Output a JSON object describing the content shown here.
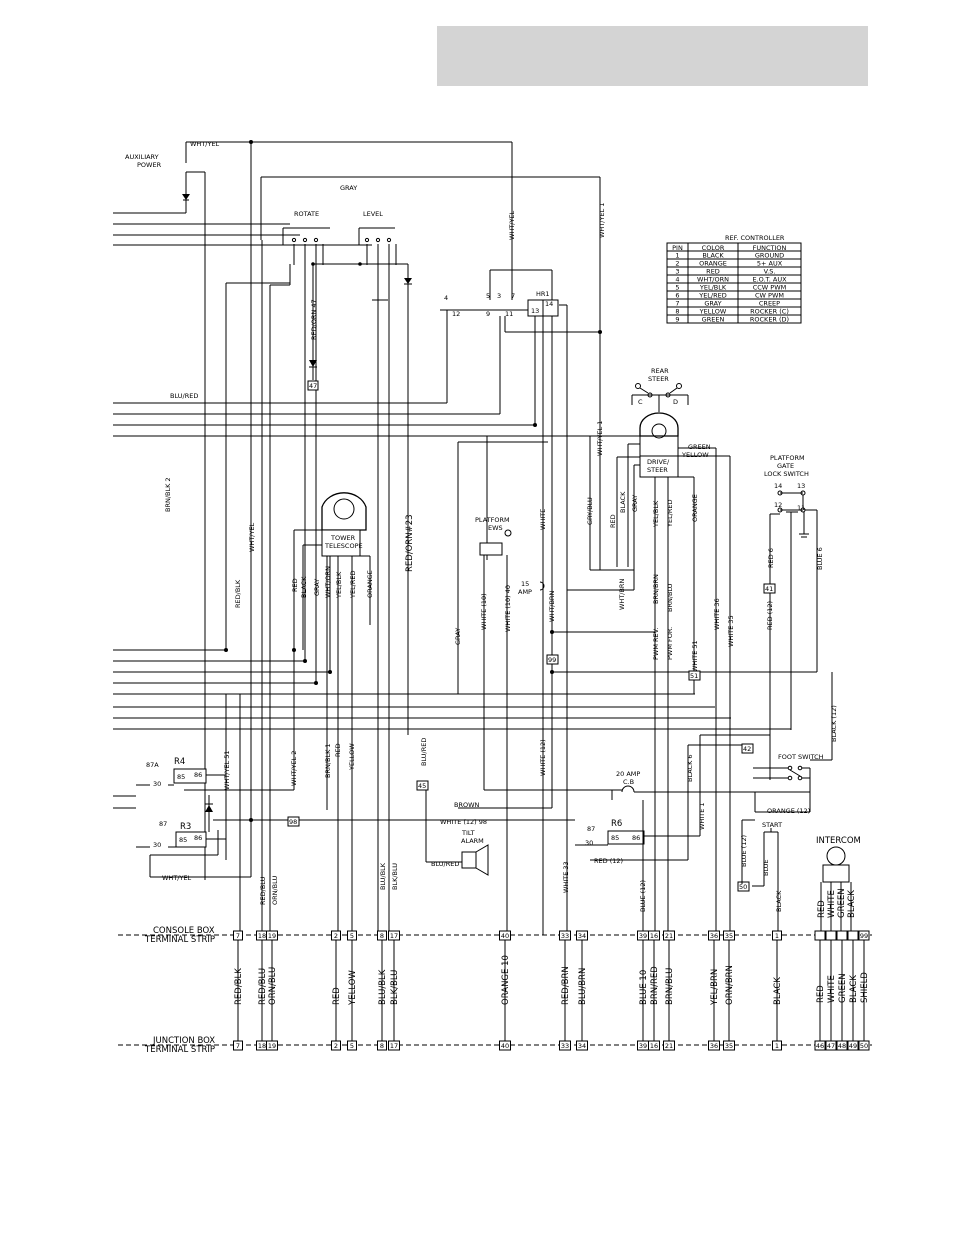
{
  "header": {
    "text": ""
  },
  "components": {
    "aux_power": "AUXILIARY\nPOWER",
    "rotate": "ROTATE",
    "level": "LEVEL",
    "hr1": "HR1",
    "rear_steer": "REAR\nSTEER",
    "drive_steer": "DRIVE/\nSTEER",
    "platform_gate": "PLATFORM\nGATE\nLOCK SWITCH",
    "tower": "TOWER\nTELESCOPE",
    "platform_ews": "PLATFORM\nEWS",
    "amp15": "15\nAMP",
    "amp20": "20 AMP\nC.B",
    "r4": "R4",
    "r3": "R3",
    "r6": "R6",
    "tilt_alarm": "TILT\nALARM",
    "foot_switch": "FOOT SWITCH",
    "start": "START",
    "intercom": "INTERCOM",
    "console_box": "CONSOLE BOX\nTERMINAL STRIP",
    "junction_box": "JUNCTION BOX\nTERMINAL STRIP"
  },
  "ref_table": {
    "title": "REF.  CONTROLLER",
    "headers": [
      "PIN",
      "COLOR",
      "FUNCTION"
    ],
    "rows": [
      [
        "1",
        "BLACK",
        "GROUND"
      ],
      [
        "2",
        "ORANGE",
        "5+ AUX"
      ],
      [
        "3",
        "RED",
        "V.S."
      ],
      [
        "4",
        "WHT/ORN",
        "E.O.T. AUX"
      ],
      [
        "5",
        "YEL/BLK",
        "CCW PWM"
      ],
      [
        "6",
        "YEL/RED",
        "CW PWM"
      ],
      [
        "7",
        "GRAY",
        "CREEP"
      ],
      [
        "8",
        "YELLOW",
        "ROCKER (C)"
      ],
      [
        "9",
        "GREEN",
        "ROCKER (D)"
      ]
    ]
  },
  "wire_labels": {
    "wht_yel_top": "WHT/YEL",
    "gray_top": "GRAY",
    "wht_yel_v": "WHT/YEL",
    "wht_yel_1": "WHT/YEL 1",
    "red_orn_47": "RED/ORN 47",
    "blu_red": "BLU/RED",
    "brn_blk_2": "BRN/BLK 2",
    "wht_yel_mid": "WHT/YEL",
    "red_blk": "RED/BLK",
    "red_orn_23": "RED/ORN#23",
    "gray_mid": "GRAY",
    "white": "WHITE",
    "white_10": "WHITE (10)",
    "white_10_40": "WHITE (10) 40",
    "wht_brn": "WHT/BRN",
    "gry_blu": "GRY/BLU",
    "wht_yel_1b": "WHT/YEL 1",
    "green": "GREEN",
    "yellow": "YELLOW",
    "white_36": "WHITE 36",
    "white_35": "WHITE 35",
    "blk6": "BLACK 6",
    "white_1": "WHITE 1",
    "orange_12": "ORANGE (12)",
    "blue_12": "BLUE (12)",
    "black_12": "BLACK (12)",
    "red_12": "RED (12)",
    "red_6": "RED 6",
    "blue_6": "BLUE 6",
    "brown": "BROWN",
    "white_12_98": "WHITE (12) 98",
    "red_12b": "RED (12)",
    "white_12": "WHITE (12)",
    "white_33": "WHITE 33",
    "blu_red2": "BLU/RED",
    "wht_yel_51": "WHT/YEL 51",
    "wht_yel_2": "WHT/YEL 2",
    "brn_blk_1": "BRN/BLK 1",
    "red_v": "RED",
    "yellow_v": "YELLOW",
    "red_blu": "RED/BLU",
    "orn_blu": "ORN/BLU",
    "blu_blk": "BLU/BLK",
    "blk_blu": "BLK/BLU",
    "pwm_rev": "PWM REV.",
    "pwm_for": "PWM FOR.",
    "brn_red": "BRN/RED",
    "brn_blu": "BRN/BLU",
    "white_51": "WHITE 51",
    "blue_12b": "BLUE (12)",
    "blue": "BLUE",
    "black": "BLACK",
    "wht_yel_bot": "WHT/YEL"
  },
  "tower_wires": [
    "RED",
    "BLACK",
    "GRAY",
    "WHT/ORN",
    "YEL/BLK",
    "YEL/RED",
    "ORANGE"
  ],
  "drive_wires": [
    "RED",
    "BLACK",
    "GRAY",
    "YEL/BLK",
    "YEL/RED",
    "ORANGE"
  ],
  "intercom_wires": [
    "RED",
    "WHITE",
    "GREEN",
    "BLACK"
  ],
  "terminals": [
    "7",
    "18",
    "19",
    "2",
    "5",
    "8",
    "17",
    "40",
    "33",
    "34",
    "39",
    "16",
    "21",
    "36",
    "35",
    "1"
  ],
  "intercom_terms_top": [
    "",
    "",
    "",
    "",
    "99"
  ],
  "intercom_terms_bot": [
    "46",
    "47",
    "48",
    "49",
    "50"
  ],
  "between_labels": [
    "RED/BLK",
    "RED/BLU",
    "ORN/BLU",
    "RED",
    "YELLOW",
    "BLU/BLK",
    "BLK/BLU",
    "ORANGE 10",
    "RED/BRN",
    "BLU/BRN",
    "BLUE 10",
    "BRN/RED",
    "BRN/BLU",
    "YEL/BRN",
    "ORN/BRN",
    "BLACK"
  ],
  "intercom_between": [
    "RED",
    "WHITE",
    "GREEN",
    "BLACK",
    "SHIELD"
  ],
  "markers": {
    "m47": "47",
    "m45": "45",
    "m98": "98",
    "m99": "99",
    "m41": "41",
    "m42": "42",
    "m50": "50",
    "m51": "51"
  }
}
